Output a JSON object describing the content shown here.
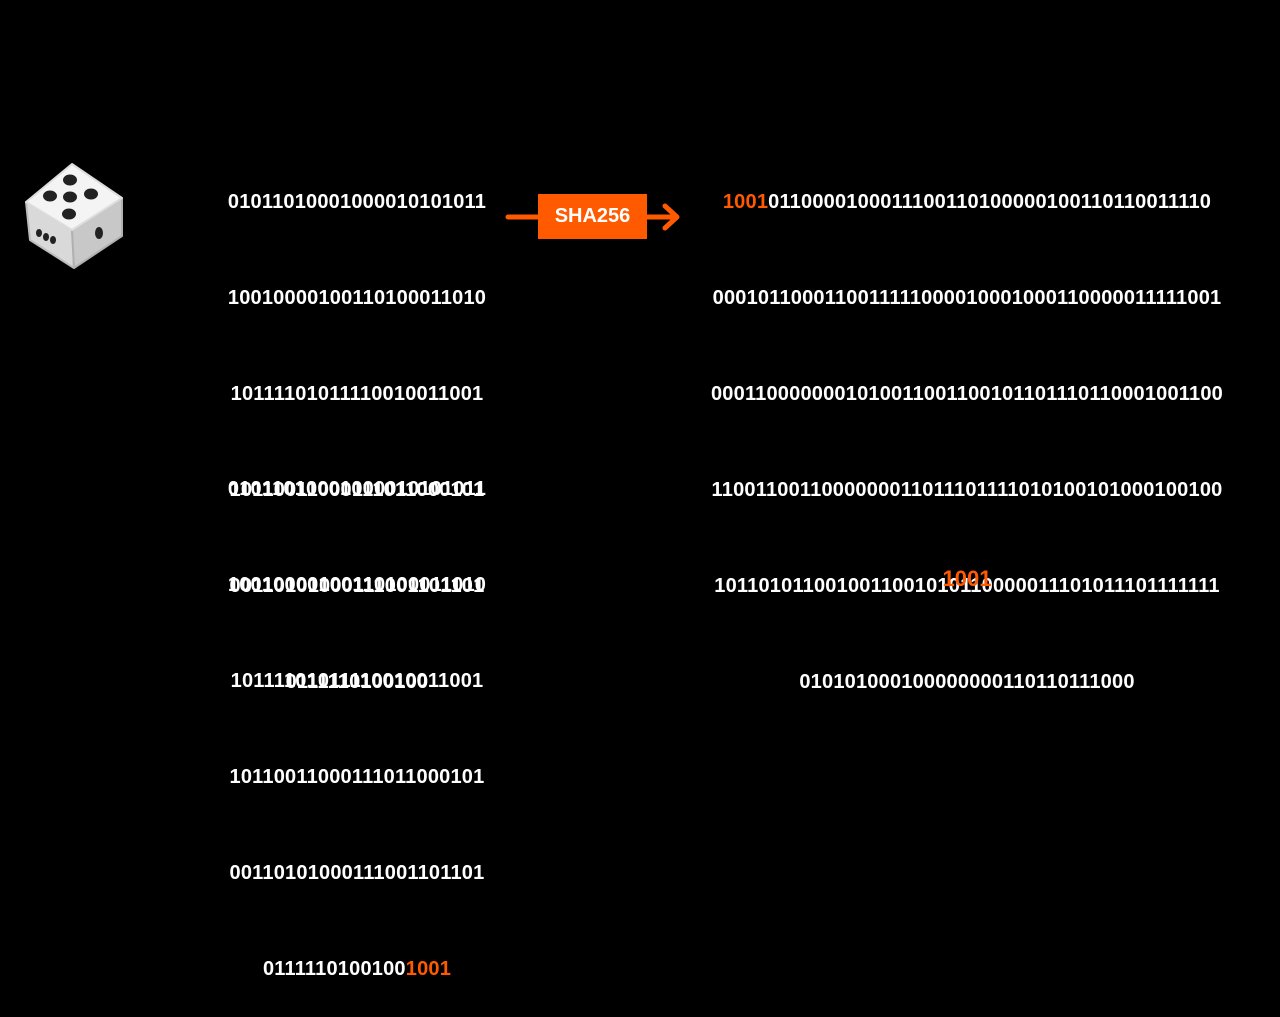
{
  "dice": {
    "icon": "game-die-icon"
  },
  "colors": {
    "accent": "#ff5a00",
    "text": "#ffffff",
    "background": "#000000"
  },
  "entropy": {
    "lines": [
      "01011010001000010101011",
      "10010000100110100011010",
      "10111101011110010011001",
      "10110011000111011000101",
      "00110101000111001101101",
      "0111110100100"
    ]
  },
  "hash_label": "SHA256",
  "hash_output": {
    "prefix": "1001",
    "first_line_rest": "0110000100011100110100000100110110011110",
    "lines": [
      "0001011000110011111000010001000110000011111001",
      "0001100000001010011001100101101110110001001100",
      "1100110011000000011011101111010100101000100100",
      "1011010110010011001010110000011101011101111111",
      "010101000100000000110110111000"
    ]
  },
  "mnemonic_bits": {
    "lines": [
      "01011010001000010101011",
      "10010000100110100011010",
      "10111101011110010011001",
      "10110011000111011000101",
      "00110101000111001101101"
    ],
    "last_line": "0111110100100",
    "checksum": "1001"
  },
  "checksum_label": "1001"
}
